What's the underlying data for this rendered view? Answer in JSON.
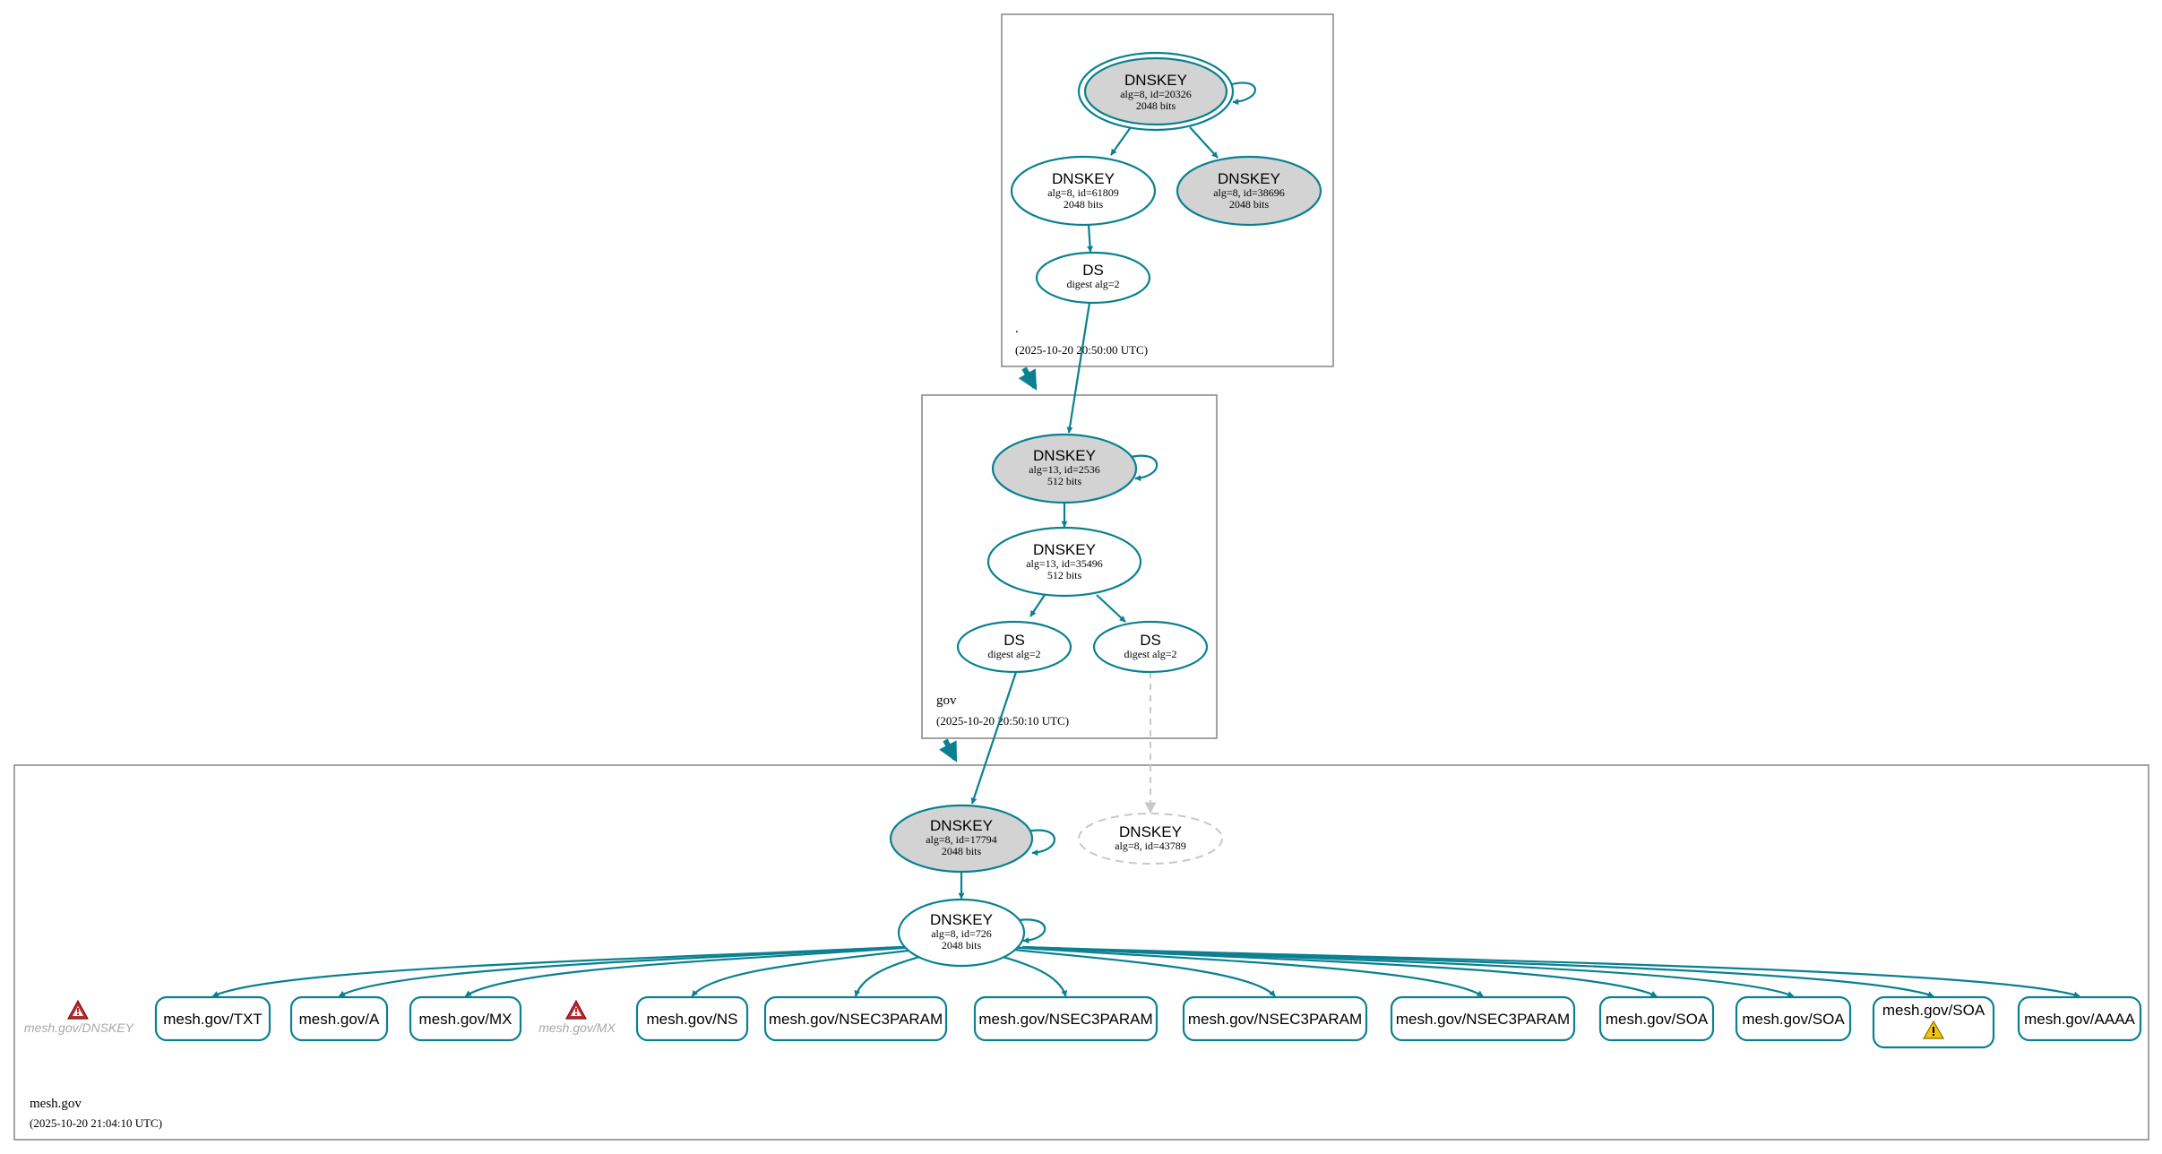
{
  "zones": {
    "root": {
      "name": ".",
      "timestamp": "(2025-10-20 20:50:00 UTC)"
    },
    "gov": {
      "name": "gov",
      "timestamp": "(2025-10-20 20:50:10 UTC)"
    },
    "mesh": {
      "name": "mesh.gov",
      "timestamp": "(2025-10-20 21:04:10 UTC)"
    }
  },
  "nodes": {
    "root_ksk": {
      "title": "DNSKEY",
      "line1": "alg=8, id=20326",
      "line2": "2048 bits"
    },
    "root_zsk": {
      "title": "DNSKEY",
      "line1": "alg=8, id=61809",
      "line2": "2048 bits"
    },
    "root_ksk2": {
      "title": "DNSKEY",
      "line1": "alg=8, id=38696",
      "line2": "2048 bits"
    },
    "root_ds": {
      "title": "DS",
      "line1": "digest alg=2"
    },
    "gov_ksk": {
      "title": "DNSKEY",
      "line1": "alg=13, id=2536",
      "line2": "512 bits"
    },
    "gov_zsk": {
      "title": "DNSKEY",
      "line1": "alg=13, id=35496",
      "line2": "512 bits"
    },
    "gov_ds1": {
      "title": "DS",
      "line1": "digest alg=2"
    },
    "gov_ds2": {
      "title": "DS",
      "line1": "digest alg=2"
    },
    "mesh_ksk": {
      "title": "DNSKEY",
      "line1": "alg=8, id=17794",
      "line2": "2048 bits"
    },
    "mesh_missing": {
      "title": "DNSKEY",
      "line1": "alg=8, id=43789"
    },
    "mesh_zsk": {
      "title": "DNSKEY",
      "line1": "alg=8, id=726",
      "line2": "2048 bits"
    }
  },
  "errors": {
    "dnskey": "mesh.gov/DNSKEY",
    "mx": "mesh.gov/MX"
  },
  "records": [
    "mesh.gov/TXT",
    "mesh.gov/A",
    "mesh.gov/MX",
    "mesh.gov/NS",
    "mesh.gov/NSEC3PARAM",
    "mesh.gov/NSEC3PARAM",
    "mesh.gov/NSEC3PARAM",
    "mesh.gov/NSEC3PARAM",
    "mesh.gov/SOA",
    "mesh.gov/SOA",
    "mesh.gov/SOA",
    "mesh.gov/AAAA"
  ],
  "colors": {
    "edge": "#0a8090",
    "key_fill": "#d3d3d3",
    "error_icon": "#c0282f",
    "warning_icon": "#f2c40c",
    "inactive": "#c8c8c8"
  }
}
